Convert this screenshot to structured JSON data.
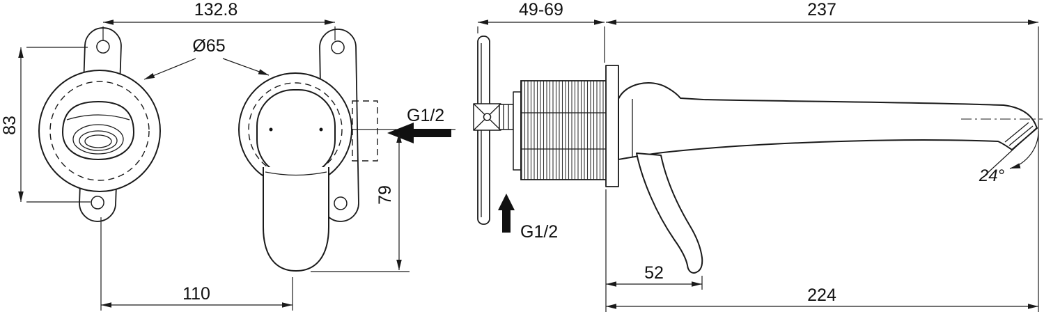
{
  "colors": {
    "line": "#1a1a1a",
    "background": "#ffffff"
  },
  "front_view": {
    "dim_top_width": "132.8",
    "dim_escutcheon_diameter": "Ø65",
    "dim_left_height": "83",
    "dim_spout_drop": "79",
    "dim_bottom_centers": "110",
    "inlet_label": "G1/2"
  },
  "side_view": {
    "dim_wall_depth": "49-69",
    "dim_total_projection": "237",
    "dim_handle_projection": "52",
    "dim_spout_projection": "224",
    "spout_angle": "24°",
    "inlet_label": "G1/2"
  }
}
